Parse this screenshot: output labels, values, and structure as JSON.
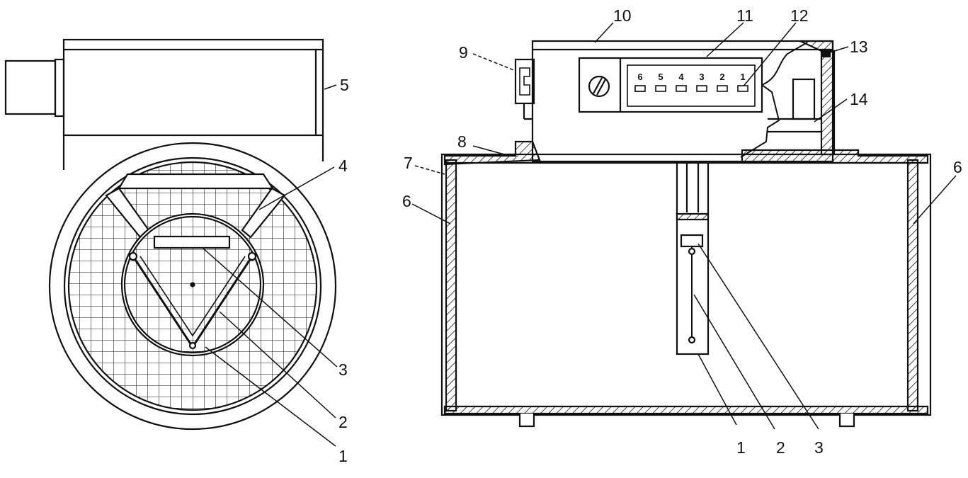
{
  "left_view": {
    "callouts": [
      "1",
      "2",
      "3",
      "4",
      "5"
    ]
  },
  "right_view": {
    "callouts": [
      "1",
      "2",
      "3",
      "6",
      "6",
      "7",
      "8",
      "9",
      "10",
      "11",
      "12",
      "13",
      "14"
    ],
    "connector_pins": [
      "6",
      "5",
      "4",
      "3",
      "2",
      "1"
    ]
  },
  "colors": {
    "ink": "#111111",
    "background": "#ffffff"
  }
}
